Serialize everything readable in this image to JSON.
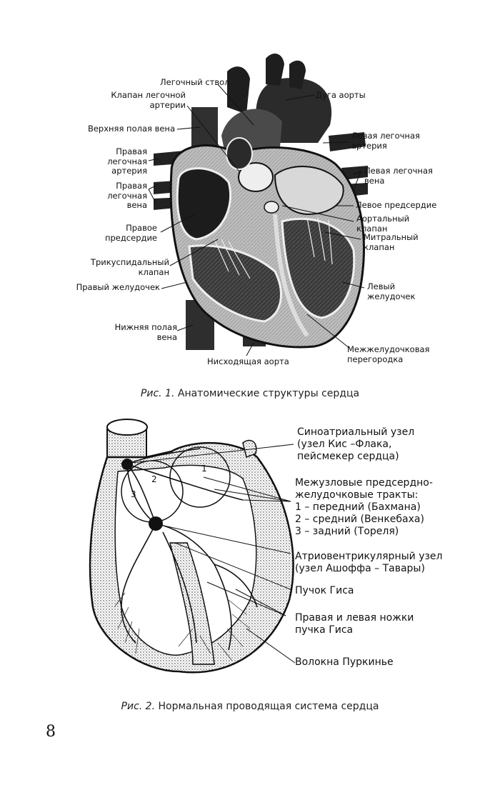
{
  "figure1": {
    "labels": {
      "pulmonary_trunk": "Легочный ствол",
      "pulmonary_valve": "Клапан легочной\nартерии",
      "aortic_arch": "Дуга аорты",
      "superior_vena_cava": "Верхняя полая вена",
      "left_pulmonary_artery": "Левая легочная\nартерия",
      "right_pulmonary_artery": "Правая\nлегочная\nартерия",
      "left_pulmonary_vein": "Левая легочная\nвена",
      "right_pulmonary_vein": "Правая\nлегочная\nвена",
      "left_atrium": "Левое предсердие",
      "right_atrium": "Правое\nпредсердие",
      "aortic_valve": "Аортальный\nклапан",
      "mitral_valve": "Митральный\nклапан",
      "tricuspid_valve": "Трикуспидальный\nклапан",
      "right_ventricle": "Правый желудочек",
      "left_ventricle": "Левый\nжелудочек",
      "inferior_vena_cava": "Нижняя полая\nвена",
      "descending_aorta": "Нисходящая аорта",
      "interventricular_septum": "Межжелудочковая\nперегородка"
    },
    "caption_prefix": "Рис. 1.",
    "caption_text": "Анатомические структуры сердца"
  },
  "figure2": {
    "labels": {
      "sa_node": "Синоатриальный узел\n(узел Кис –Флака,\nпейсмекер сердца)",
      "internodal_tracts_title": "Межузловые предсердно-\nжелудочковые тракты:",
      "tract_1": "1 – передний (Бахмана)",
      "tract_2": "2 – средний (Венкебаха)",
      "tract_3": "3 – задний (Тореля)",
      "av_node": "Атриовентрикулярный узел\n(узел Ашоффа – Тавары)",
      "his_bundle": "Пучок Гиса",
      "bundle_branches": "Правая и левая ножки\nпучка Гиса",
      "purkinje": "Волокна Пуркинье"
    },
    "diagram_numbers": [
      "1",
      "2",
      "3"
    ],
    "caption_prefix": "Рис. 2.",
    "caption_text": "Нормальная проводящая система сердца"
  },
  "page_number": "8"
}
